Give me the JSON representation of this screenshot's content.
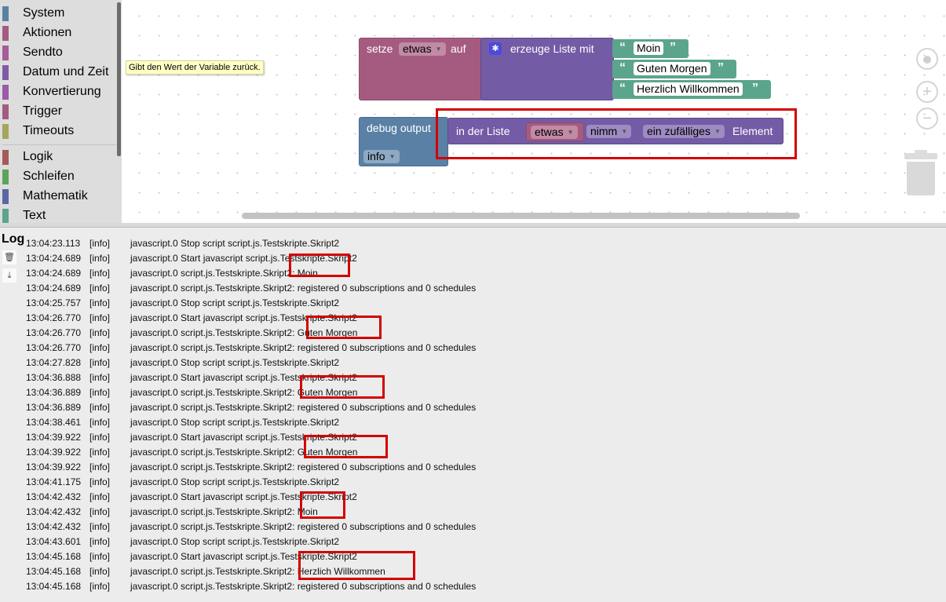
{
  "toolbox": {
    "categories": [
      {
        "label": "System",
        "color": "#5b80a5"
      },
      {
        "label": "Aktionen",
        "color": "#a55b80"
      },
      {
        "label": "Sendto",
        "color": "#a55b9c"
      },
      {
        "label": "Datum und Zeit",
        "color": "#805ba5"
      },
      {
        "label": "Konvertierung",
        "color": "#9a5ca6"
      },
      {
        "label": "Trigger",
        "color": "#a55b80"
      },
      {
        "label": "Timeouts",
        "color": "#a5a55b"
      },
      {
        "label": "Logik",
        "color": "#a55b5b"
      },
      {
        "label": "Schleifen",
        "color": "#5ba55b"
      },
      {
        "label": "Mathematik",
        "color": "#5b67a5"
      },
      {
        "label": "Text",
        "color": "#5ba58c"
      }
    ]
  },
  "workspace": {
    "tooltip": "Gibt den Wert der Variable zurück.",
    "set_block": {
      "label_set": "setze",
      "variable": "etwas",
      "label_to": "auf",
      "color": "#a55b80"
    },
    "list_block": {
      "label": "erzeuge Liste mit",
      "color": "#745ba5",
      "items": [
        "Moin",
        "Guten Morgen",
        "Herzlich Willkommen"
      ],
      "string_color": "#5ba58c"
    },
    "debug_block": {
      "label": "debug output",
      "level": "info",
      "color": "#5b80a5"
    },
    "getindex_block": {
      "label_in_list": "in der Liste",
      "variable": "etwas",
      "mode": "nimm",
      "where": "ein zufälliges",
      "label_element": "Element",
      "color": "#745ba5",
      "var_color": "#a55b80"
    }
  },
  "controls": {
    "center_icon": "target-icon",
    "zoom_in_icon": "plus-icon",
    "zoom_out_icon": "minus-icon",
    "trash_icon": "trash-icon"
  },
  "log": {
    "title": "Log",
    "clear_icon": "trash-icon",
    "download_icon": "download-icon",
    "rows": [
      {
        "time": "13:04:23.113",
        "level": "[info]",
        "msg": "javascript.0 Stop script script.js.Testskripte.Skript2"
      },
      {
        "time": "13:04:24.689",
        "level": "[info]",
        "msg": "javascript.0 Start javascript script.js.Testskripte.Skript2"
      },
      {
        "time": "13:04:24.689",
        "level": "[info]",
        "msg": "javascript.0 script.js.Testskripte.Skript2: Moin"
      },
      {
        "time": "13:04:24.689",
        "level": "[info]",
        "msg": "javascript.0 script.js.Testskripte.Skript2: registered 0 subscriptions and 0 schedules"
      },
      {
        "time": "13:04:25.757",
        "level": "[info]",
        "msg": "javascript.0 Stop script script.js.Testskripte.Skript2"
      },
      {
        "time": "13:04:26.770",
        "level": "[info]",
        "msg": "javascript.0 Start javascript script.js.Testskripte.Skript2"
      },
      {
        "time": "13:04:26.770",
        "level": "[info]",
        "msg": "javascript.0 script.js.Testskripte.Skript2: Guten Morgen"
      },
      {
        "time": "13:04:26.770",
        "level": "[info]",
        "msg": "javascript.0 script.js.Testskripte.Skript2: registered 0 subscriptions and 0 schedules"
      },
      {
        "time": "13:04:27.828",
        "level": "[info]",
        "msg": "javascript.0 Stop script script.js.Testskripte.Skript2"
      },
      {
        "time": "13:04:36.888",
        "level": "[info]",
        "msg": "javascript.0 Start javascript script.js.Testskripte.Skript2"
      },
      {
        "time": "13:04:36.889",
        "level": "[info]",
        "msg": "javascript.0 script.js.Testskripte.Skript2: Guten Morgen"
      },
      {
        "time": "13:04:36.889",
        "level": "[info]",
        "msg": "javascript.0 script.js.Testskripte.Skript2: registered 0 subscriptions and 0 schedules"
      },
      {
        "time": "13:04:38.461",
        "level": "[info]",
        "msg": "javascript.0 Stop script script.js.Testskripte.Skript2"
      },
      {
        "time": "13:04:39.922",
        "level": "[info]",
        "msg": "javascript.0 Start javascript script.js.Testskripte.Skript2"
      },
      {
        "time": "13:04:39.922",
        "level": "[info]",
        "msg": "javascript.0 script.js.Testskripte.Skript2: Guten Morgen"
      },
      {
        "time": "13:04:39.922",
        "level": "[info]",
        "msg": "javascript.0 script.js.Testskripte.Skript2: registered 0 subscriptions and 0 schedules"
      },
      {
        "time": "13:04:41.175",
        "level": "[info]",
        "msg": "javascript.0 Stop script script.js.Testskripte.Skript2"
      },
      {
        "time": "13:04:42.432",
        "level": "[info]",
        "msg": "javascript.0 Start javascript script.js.Testskripte.Skript2"
      },
      {
        "time": "13:04:42.432",
        "level": "[info]",
        "msg": "javascript.0 script.js.Testskripte.Skript2: Moin"
      },
      {
        "time": "13:04:42.432",
        "level": "[info]",
        "msg": "javascript.0 script.js.Testskripte.Skript2: registered 0 subscriptions and 0 schedules"
      },
      {
        "time": "13:04:43.601",
        "level": "[info]",
        "msg": "javascript.0 Stop script script.js.Testskripte.Skript2"
      },
      {
        "time": "13:04:45.168",
        "level": "[info]",
        "msg": "javascript.0 Start javascript script.js.Testskripte.Skript2"
      },
      {
        "time": "13:04:45.168",
        "level": "[info]",
        "msg": "javascript.0 script.js.Testskripte.Skript2: Herzlich Willkommen"
      },
      {
        "time": "13:04:45.168",
        "level": "[info]",
        "msg": "javascript.0 script.js.Testskripte.Skript2: registered 0 subscriptions and 0 schedules"
      }
    ]
  },
  "highlight_color": "#d40000"
}
